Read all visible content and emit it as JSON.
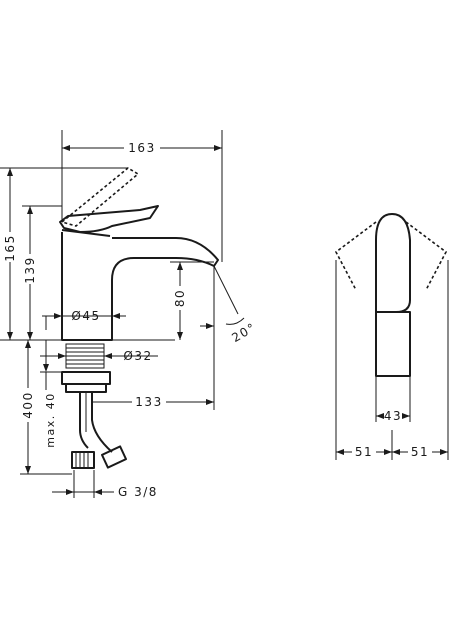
{
  "colors": {
    "ink": "#1a1a1a",
    "background": "#ffffff"
  },
  "side_view": {
    "overall_width": "163",
    "overall_height": "165",
    "body_height": "139",
    "spout_clearance": "80",
    "spout_angle": "20°",
    "body_diameter": "Ø45",
    "shank_diameter": "Ø32",
    "spout_reach": "133",
    "hose_length": "400",
    "max_clamp": "max. 40",
    "thread": "G 3/8"
  },
  "front_view": {
    "handle_width": "43",
    "swing_left": "51",
    "swing_right": "51"
  }
}
